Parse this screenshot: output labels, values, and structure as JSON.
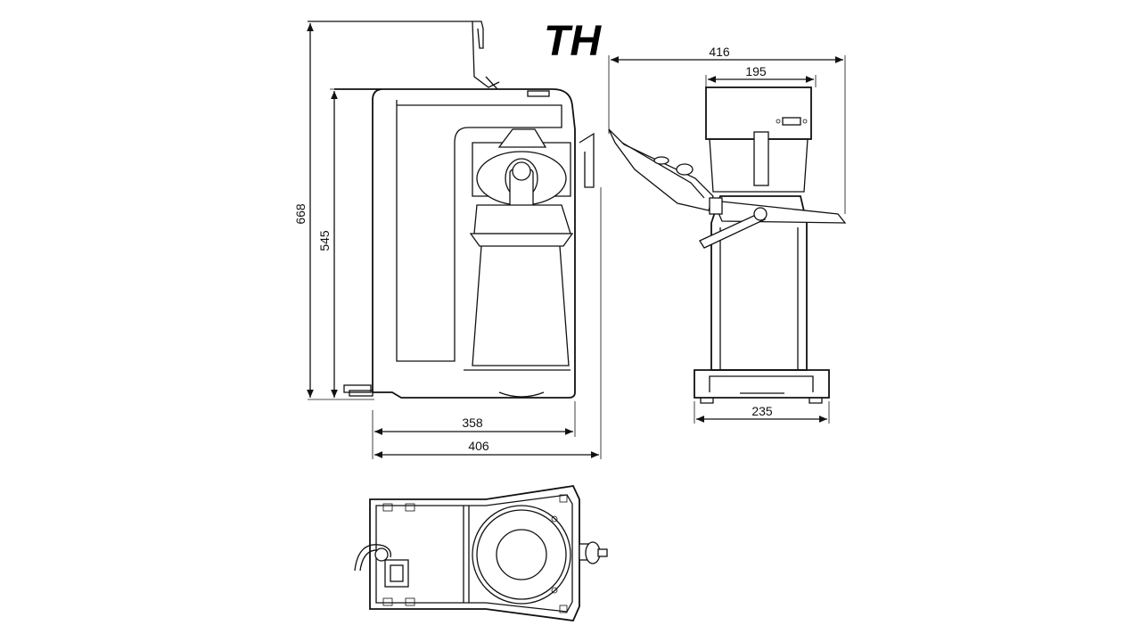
{
  "title": "TH",
  "dimensions": {
    "side_total_height": "668",
    "side_body_height": "545",
    "side_depth_inner": "358",
    "side_depth_total": "406",
    "front_total_width": "416",
    "front_top_width": "195",
    "front_base_width": "235"
  }
}
